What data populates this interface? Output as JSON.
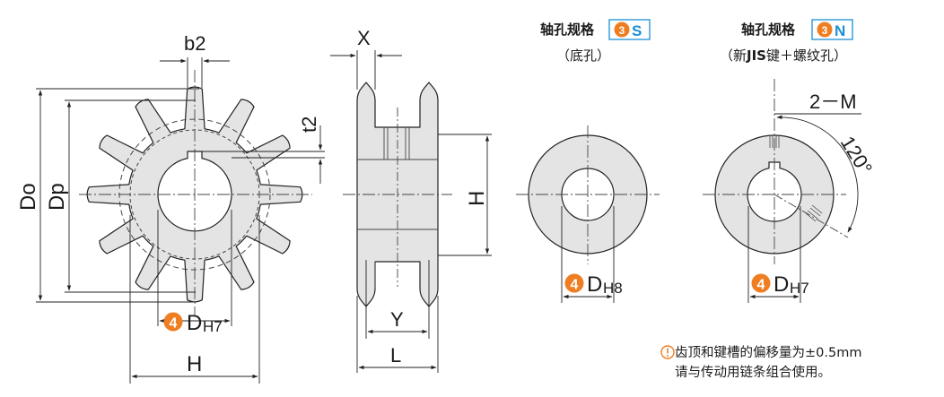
{
  "colors": {
    "part_fill": "#e4e4e4",
    "outline": "#222222",
    "badge_orange": "#ef7d22",
    "badge_blue": "#1a8fd6",
    "badge_border": "#1a8fd6",
    "warning_orange": "#ef7d22"
  },
  "icons": {
    "badge_3": "circled-3-icon",
    "badge_4": "circled-4-icon",
    "warning": "exclamation-circle-icon"
  },
  "front_view": {
    "label_b2": "b2",
    "label_t2": "t2",
    "label_do": "Do",
    "label_dp": "Dp",
    "badge_num": "4",
    "label_bore": "D",
    "label_bore_tol": "H7",
    "label_h": "H"
  },
  "side_view": {
    "label_x": "X",
    "label_h": "H",
    "label_y": "Y",
    "label_l": "L"
  },
  "type_s": {
    "caption": "轴孔规格",
    "badge_num": "3",
    "badge_letter": "S",
    "subcaption": "（底孔）",
    "badge_num_bore": "4",
    "label_bore": "D",
    "label_bore_tol": "H8"
  },
  "type_n": {
    "caption": "轴孔规格",
    "badge_num": "3",
    "badge_letter": "N",
    "sub_open": "（新",
    "sub_bold": "JIS",
    "sub_rest": "键＋螺纹孔）",
    "label_m": "2－M",
    "label_angle": "120°",
    "badge_num_bore": "4",
    "label_bore": "D",
    "label_bore_tol": "H7"
  },
  "notes": {
    "line1": "齿顶和键槽的偏移量为±0.5mm",
    "line2": "请与传动用链条组合使用。"
  }
}
